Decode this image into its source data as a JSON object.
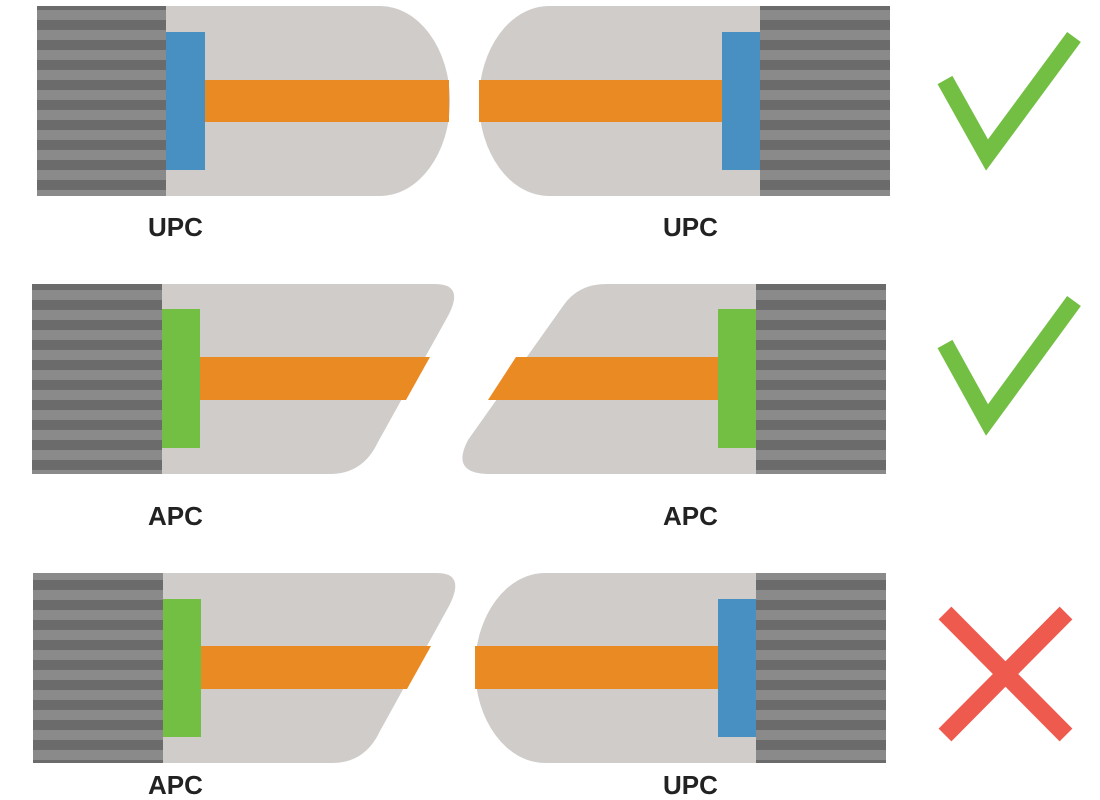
{
  "colors": {
    "housing": "#d0ccc9",
    "grip_dark": "#6b6b6b",
    "grip_light": "#8a8a8a",
    "upc_ferrule": "#4790c1",
    "apc_ferrule": "#72bf44",
    "fiber_core": "#ea8a22",
    "check_mark": "#72bf44",
    "cross_mark": "#ef5a4e"
  },
  "rows": [
    {
      "left": {
        "type": "UPC",
        "label": "UPC"
      },
      "right": {
        "type": "UPC",
        "label": "UPC"
      },
      "result": "check",
      "result_icon": "check-icon"
    },
    {
      "left": {
        "type": "APC",
        "label": "APC"
      },
      "right": {
        "type": "APC",
        "label": "APC"
      },
      "result": "check",
      "result_icon": "check-icon"
    },
    {
      "left": {
        "type": "APC",
        "label": "APC"
      },
      "right": {
        "type": "UPC",
        "label": "UPC"
      },
      "result": "cross",
      "result_icon": "cross-icon"
    }
  ]
}
